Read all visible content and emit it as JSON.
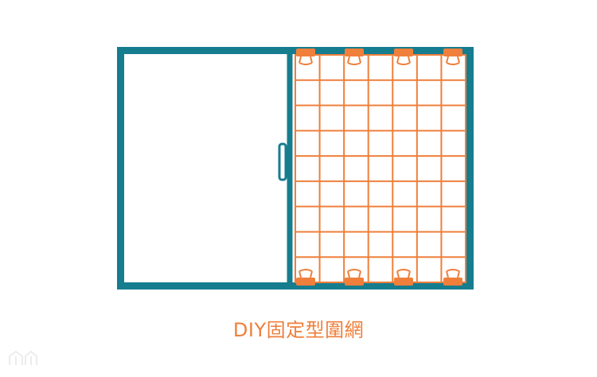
{
  "caption": "DIY固定型圍網",
  "colors": {
    "frame": "#167d8f",
    "mesh": "#ef7f3b",
    "caption": "#ef7f3b",
    "watermark": "#c9c9c9"
  },
  "icons": {
    "clip": "binder-clip-icon",
    "handle": "window-handle-icon",
    "watermark": "house-logo-icon"
  },
  "mesh": {
    "columns": 7,
    "rows": 9,
    "top_clips": 4,
    "bottom_clips": 4
  }
}
